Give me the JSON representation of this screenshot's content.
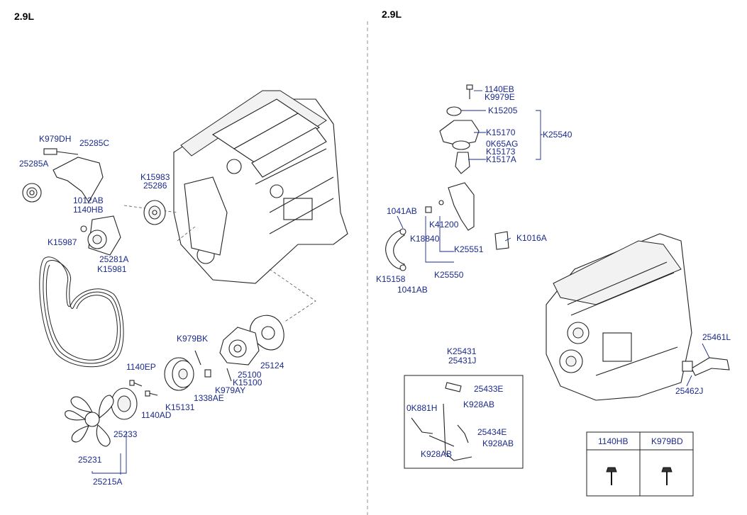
{
  "titles": {
    "left": "2.9L",
    "right": "2.9L"
  },
  "labels": {
    "k979dh": "K979DH",
    "p25285c": "25285C",
    "p25285a": "25285A",
    "p1012ab": "1012AB",
    "p1140hb_left": "1140HB",
    "k15987": "K15987",
    "p25281a": "25281A",
    "k15981": "K15981",
    "k15983": "K15983",
    "p25286": "25286",
    "k979bk": "K979BK",
    "p25124": "25124",
    "p25100": "25100",
    "k15100": "K15100",
    "k979ay": "K979AY",
    "p1338ae": "1338AE",
    "k15131": "K15131",
    "p1140ep": "1140EP",
    "p1140ad": "1140AD",
    "p25233": "25233",
    "p25231": "25231",
    "p25215a": "25215A",
    "p1140eb": "1140EB",
    "k9979e": "K9979E",
    "k15205": "K15205",
    "k15170": "K15170",
    "p0k65ag": "0K65AG",
    "k15173": "K15173",
    "k1517a": "K1517A",
    "k25540": "K25540",
    "p1041ab_top": "1041AB",
    "k41200": "K41200",
    "k18840": "K18840",
    "k1016a": "K1016A",
    "k25551": "K25551",
    "k15158": "K15158",
    "p1041ab_bottom": "1041AB",
    "k25550": "K25550",
    "p25461l": "25461L",
    "p25462j": "25462J",
    "k25431": "K25431",
    "p25431j": "25431J",
    "p25433e": "25433E",
    "p0k881h": "0K881H",
    "k928ab_1": "K928AB",
    "p25434e": "25434E",
    "k928ab_2": "K928AB",
    "k928ab_3": "K928AB"
  },
  "table": {
    "col1": "1140HB",
    "col2": "K979BD"
  }
}
